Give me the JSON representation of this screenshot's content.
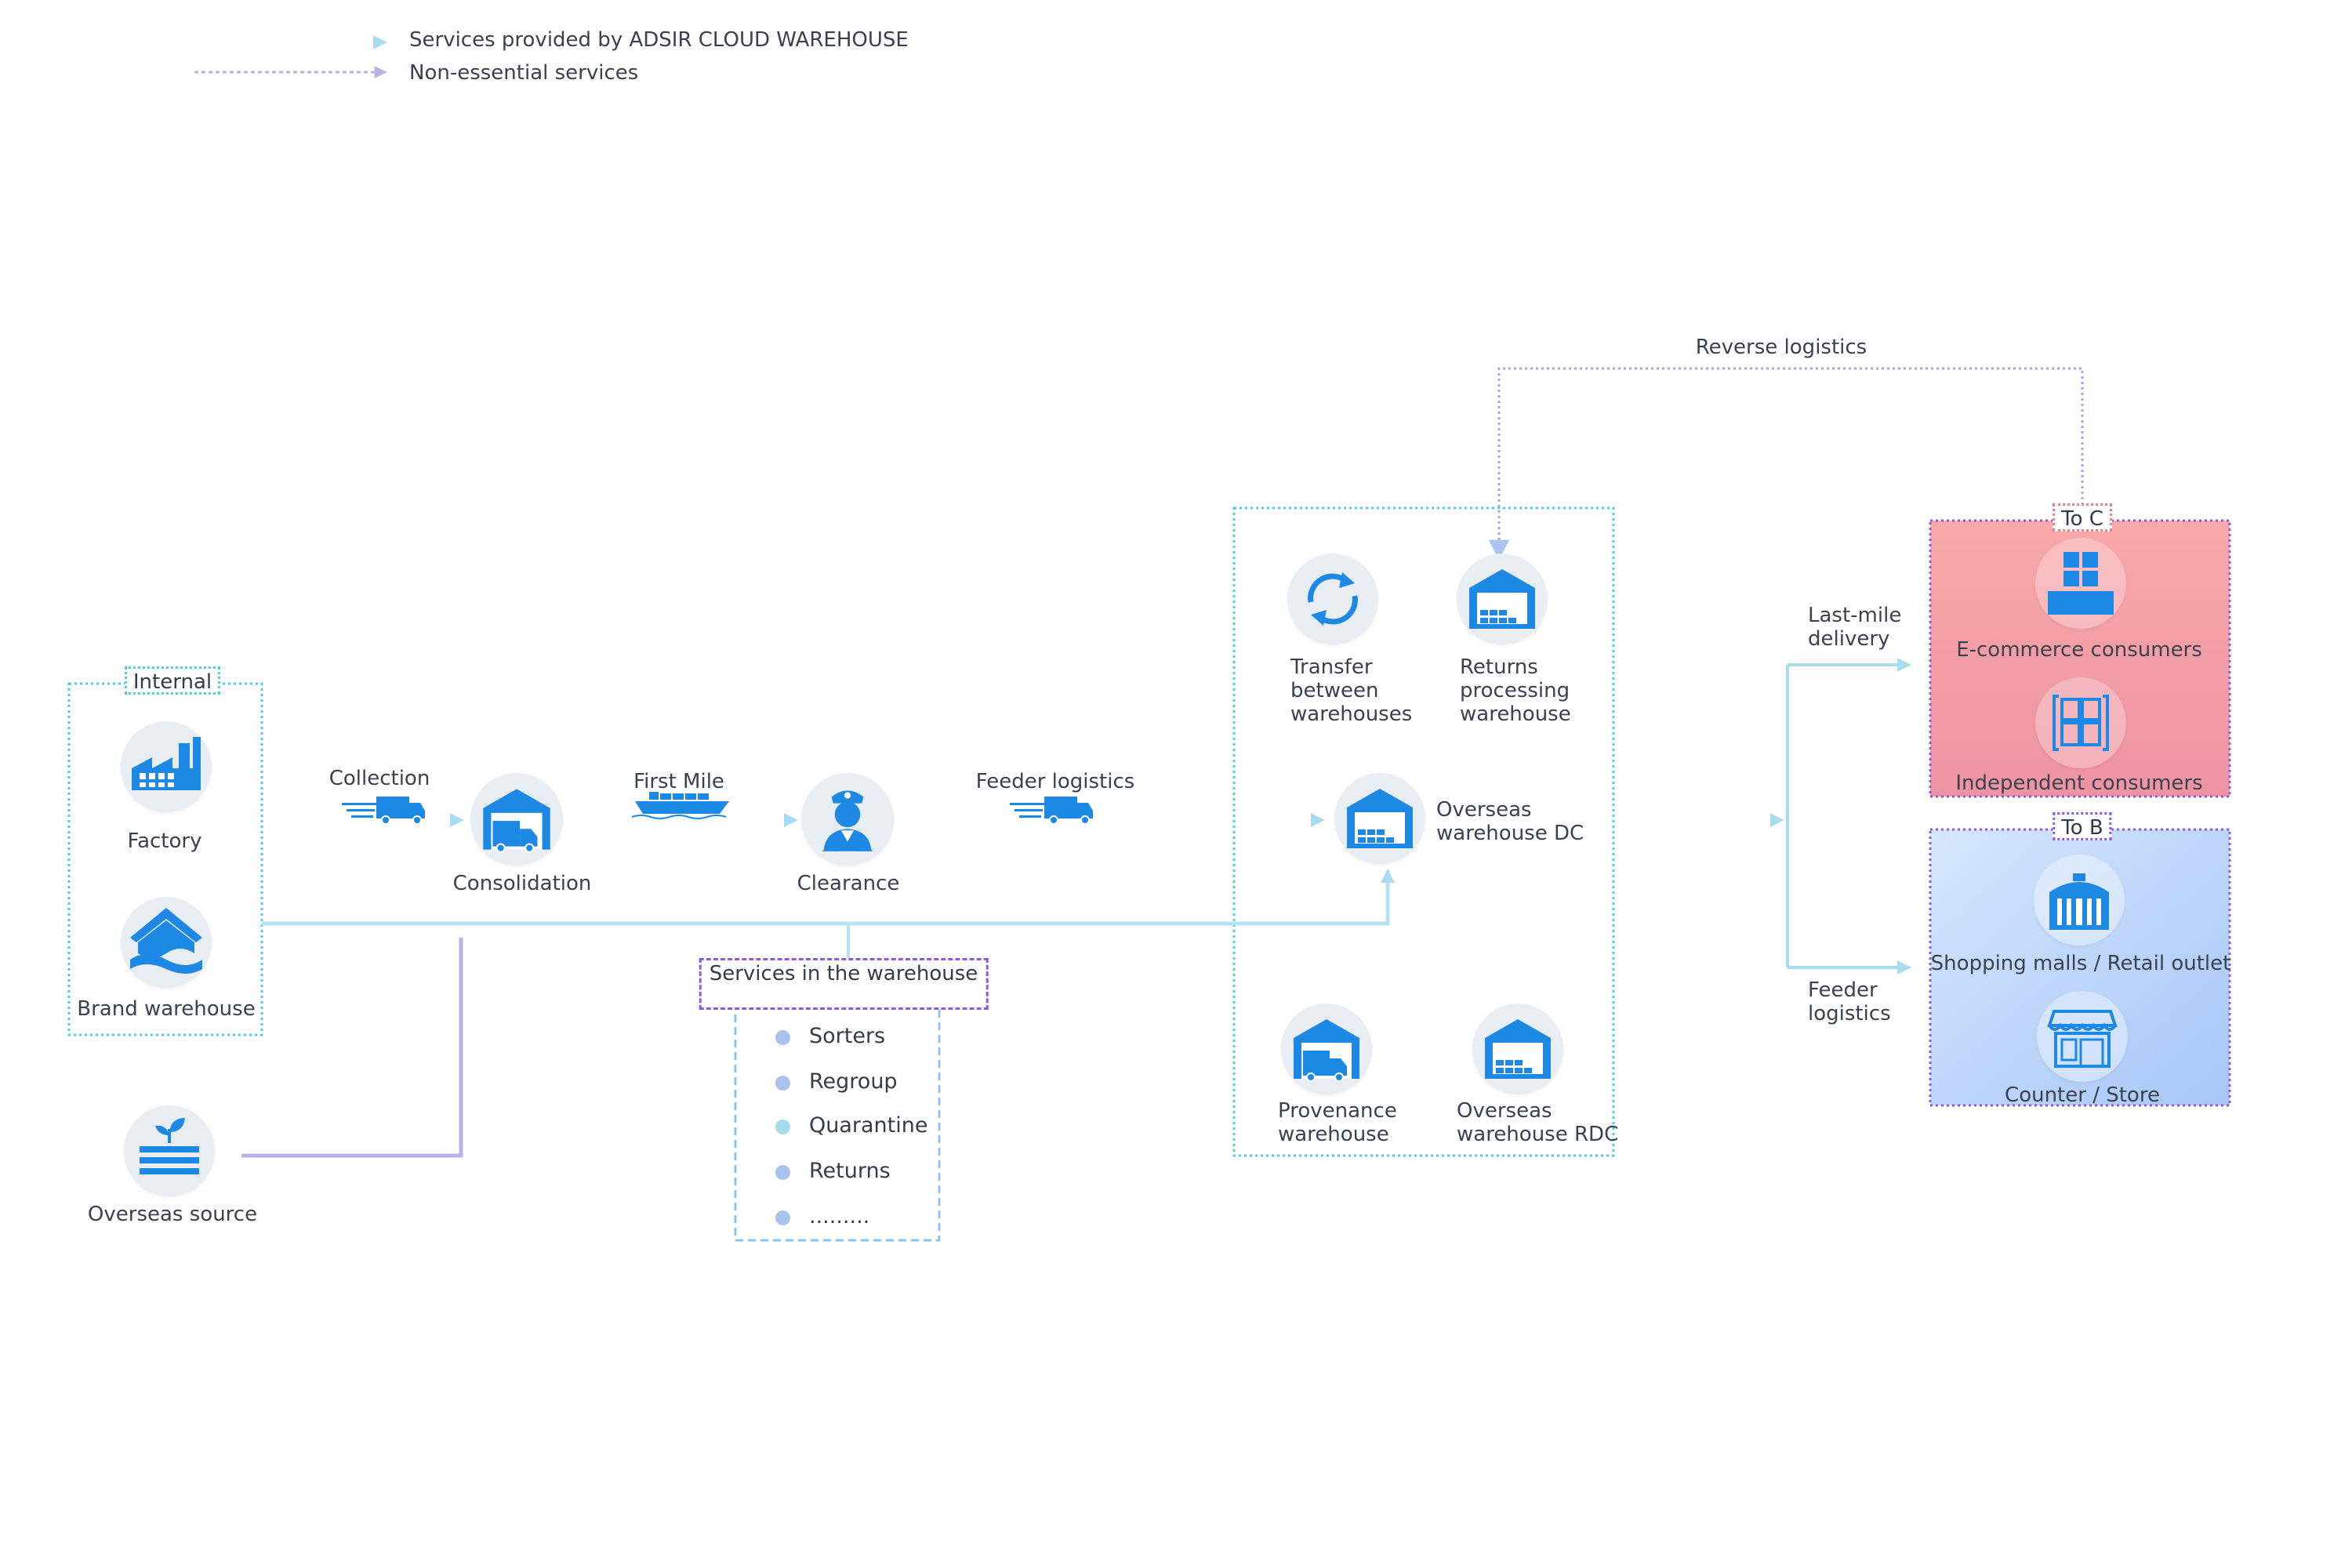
{
  "legend": {
    "provided_label": "Services provided by ADSIR CLOUD WAREHOUSE",
    "nonessential_label": "Non-essential services"
  },
  "groups": {
    "internal": "Internal",
    "services_in_warehouse": "Services in the\nwarehouse",
    "to_c": "To C",
    "to_b": "To B"
  },
  "nodes": {
    "factory": "Factory",
    "brand_warehouse": "Brand warehouse",
    "overseas_source": "Overseas source",
    "consolidation": "Consolidation",
    "clearance": "Clearance",
    "transfer": "Transfer\nbetween\nwarehouses",
    "returns_processing": "Returns\nprocessing\nwarehouse",
    "overseas_dc": "Overseas\nwarehouse DC",
    "provenance": "Provenance\nwarehouse",
    "overseas_rdc": "Overseas\nwarehouse RDC",
    "ecommerce": "E-commerce consumers",
    "independent": "Independent consumers",
    "shopping_malls": "Shopping malls / Retail outlet",
    "counter_store": "Counter / Store"
  },
  "edges": {
    "collection": "Collection",
    "first_mile": "First Mile",
    "feeder_logistics_1": "Feeder logistics",
    "reverse_logistics": "Reverse logistics",
    "last_mile": "Last-mile\ndelivery",
    "feeder_logistics_2": "Feeder\nlogistics"
  },
  "services": [
    "Sorters",
    "Regroup",
    "Quarantine",
    "Returns",
    "........."
  ],
  "icons": {
    "factory": "factory-icon",
    "brand_warehouse": "house-wave-icon",
    "overseas_source": "sprout-stack-icon",
    "consolidation": "warehouse-truck-icon",
    "clearance": "customs-officer-icon",
    "transfer": "refresh-arrows-icon",
    "returns_processing": "warehouse-boxes-icon",
    "overseas_dc": "warehouse-boxes-icon",
    "provenance": "warehouse-truck-icon",
    "overseas_rdc": "warehouse-boxes-icon",
    "ecommerce": "parcel-boxes-icon",
    "independent": "window-grid-icon",
    "shopping_malls": "mall-building-icon",
    "counter_store": "storefront-icon",
    "collection": "speeding-truck-icon",
    "first_mile": "cargo-ship-icon",
    "feeder_logistics": "speeding-truck-icon"
  },
  "colors": {
    "icon_blue": "#1e88e5",
    "service_line": "#9fd3ec",
    "nonessential_line": "#b7b3ea",
    "cyan_border": "#4ccfe0",
    "purple_border": "#8c5be0",
    "to_c_fill": "#f5a4ac",
    "to_b_fill": "#c6dcfc"
  }
}
